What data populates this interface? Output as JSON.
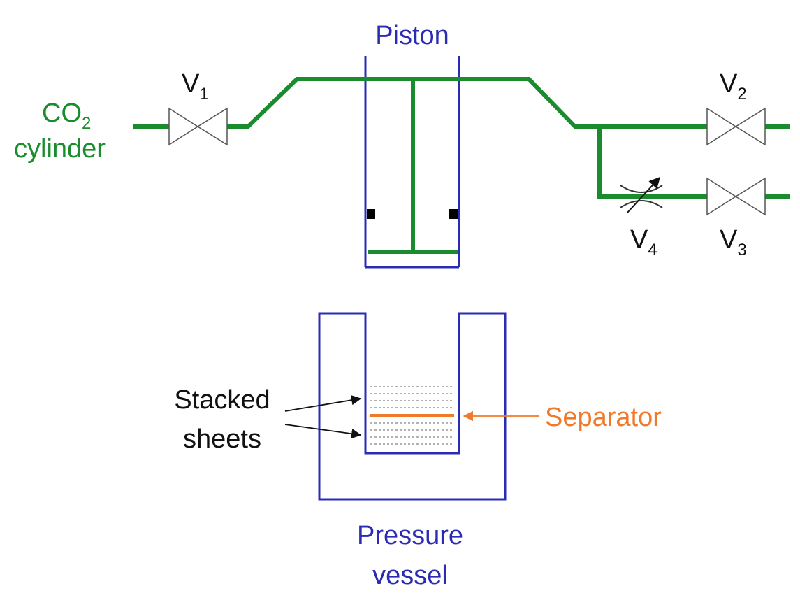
{
  "labels": {
    "co2_main": "CO",
    "co2_sub": "2",
    "co2_line2": "cylinder",
    "piston": "Piston",
    "v1_main": "V",
    "v1_sub": "1",
    "v2_main": "V",
    "v2_sub": "2",
    "v3_main": "V",
    "v3_sub": "3",
    "v4_main": "V",
    "v4_sub": "4",
    "stacked_line1": "Stacked",
    "stacked_line2": "sheets",
    "separator": "Separator",
    "vessel_line1": "Pressure",
    "vessel_line2": "vessel"
  },
  "colors": {
    "pipe": "#1a8c2e",
    "vessel": "#2b2bb3",
    "separator": "#f07a2a",
    "annotation": "#111111"
  },
  "icons": {
    "valve": "gate-valve-icon",
    "throttle": "adjustable-throttle-valve-icon",
    "seal": "piston-seal-icon"
  }
}
